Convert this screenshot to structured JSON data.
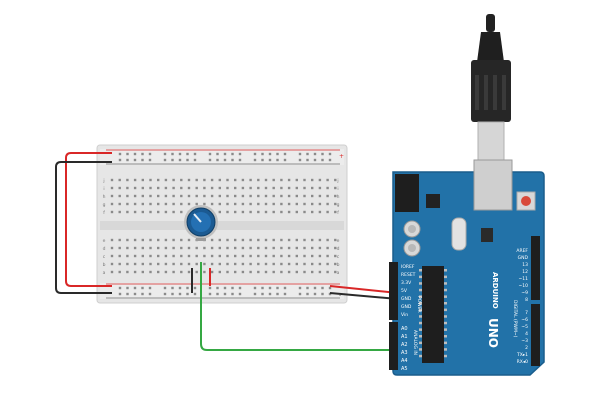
{
  "colors": {
    "background": "#ffffff",
    "breadboard": "#e6e6e6",
    "board_teal": "#2272a8",
    "board_dark": "#1a5d8c",
    "wire_red": "#d92727",
    "wire_black": "#2a2a2a",
    "wire_green": "#35a843",
    "knob": "#1b5a92",
    "usb_metal": "#c8c8c8"
  },
  "breadboard": {
    "row_letters": [
      "a",
      "b",
      "c",
      "d",
      "e",
      "f",
      "g",
      "h",
      "i",
      "j"
    ],
    "rail_plus": "+",
    "rail_minus": "-"
  },
  "arduino": {
    "brand": "ARDUINO",
    "model": "UNO",
    "power_header_label": "POWER",
    "analog_header_label": "ANALOG IN",
    "digital_header_label": "DIGITAL (PWM~)",
    "power_pins": [
      "IOREF",
      "RESET",
      "3.3V",
      "5V",
      "GND",
      "GND",
      "Vin"
    ],
    "analog_pins": [
      "A0",
      "A1",
      "A2",
      "A3",
      "A4",
      "A5"
    ],
    "digital_top_pins": [
      "AREF",
      "GND",
      "13",
      "12",
      "~11",
      "~10",
      "~9",
      "8"
    ],
    "digital_bottom_pins": [
      "7",
      "~6",
      "~5",
      "4",
      "~3",
      "2",
      "TX▸1",
      "RX◂0"
    ]
  },
  "icons": {
    "usb_cable": "usb-cable-icon",
    "potentiometer": "potentiometer-knob-icon"
  }
}
